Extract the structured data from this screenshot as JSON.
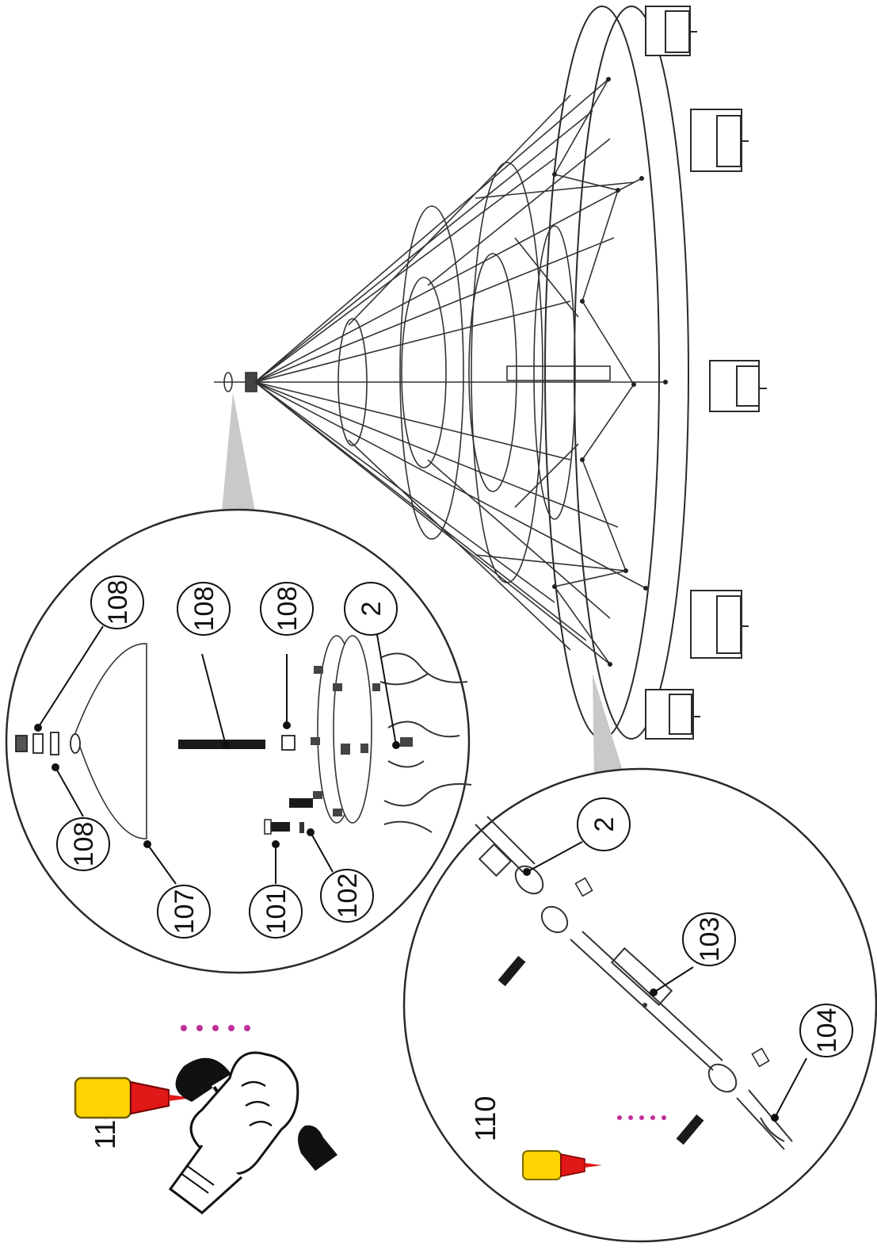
{
  "diagram": {
    "callouts": {
      "top_108_a": "108",
      "top_108_b": "108",
      "top_108_c": "108",
      "top_108_d": "108",
      "top_107": "107",
      "top_101": "101",
      "top_102": "102",
      "top_2": "2",
      "bottom_2": "2",
      "bottom_103": "103",
      "bottom_104": "104"
    },
    "labels": {
      "left_110": "110",
      "bottom_110": "110"
    },
    "colors": {
      "line": "#2a2a2a",
      "leader_gray": "#b8b8b8",
      "bottle_yellow": "#ffd400",
      "bottle_red": "#e01818",
      "glue_dots": "#c0309a"
    },
    "icons": [
      "glue-bottle-icon",
      "wrench-hand-icon"
    ]
  }
}
